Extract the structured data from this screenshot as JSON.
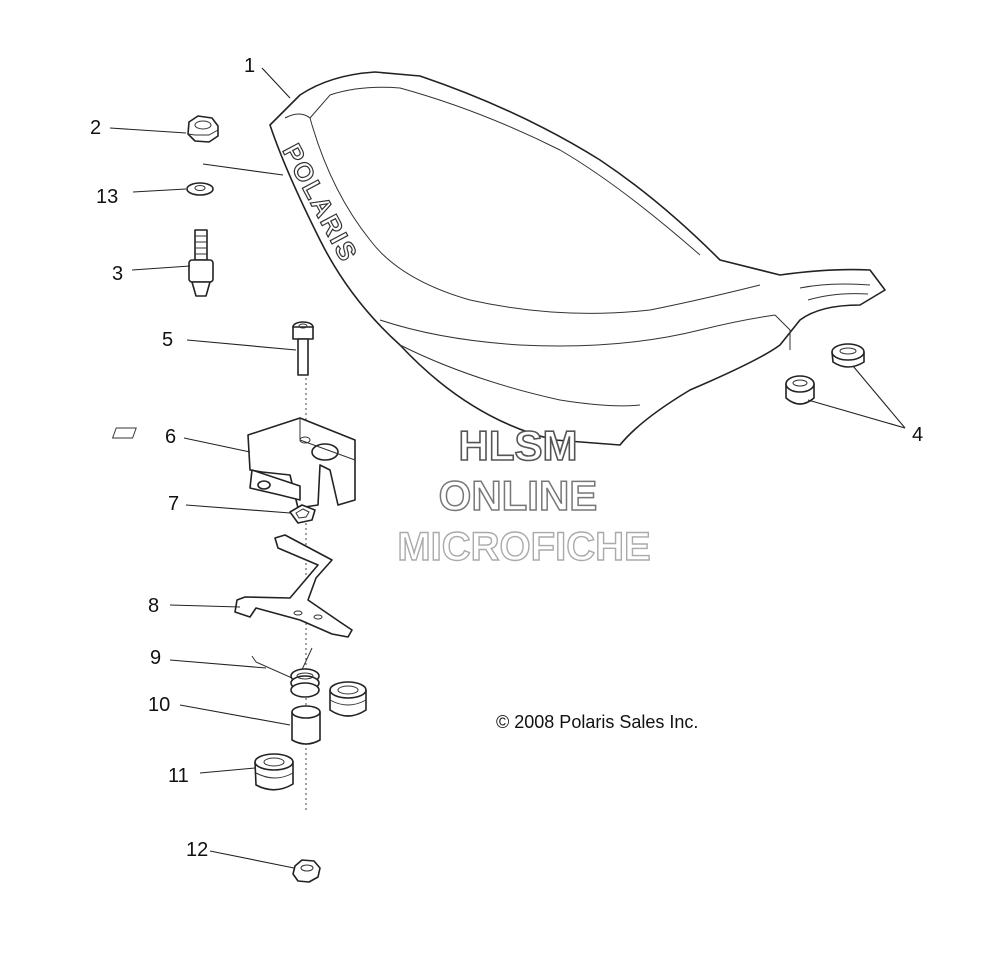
{
  "callouts": [
    {
      "id": "1",
      "label": "1"
    },
    {
      "id": "2",
      "label": "2"
    },
    {
      "id": "13",
      "label": "13"
    },
    {
      "id": "3",
      "label": "3"
    },
    {
      "id": "5",
      "label": "5"
    },
    {
      "id": "6",
      "label": "6"
    },
    {
      "id": "7",
      "label": "7"
    },
    {
      "id": "8",
      "label": "8"
    },
    {
      "id": "9",
      "label": "9"
    },
    {
      "id": "10",
      "label": "10"
    },
    {
      "id": "11",
      "label": "11"
    },
    {
      "id": "12",
      "label": "12"
    },
    {
      "id": "4",
      "label": "4"
    }
  ],
  "seat_brand": "POLARIS",
  "watermark": {
    "line1": "HLSM",
    "line2": "ONLINE",
    "line3": "MICROFICHE"
  },
  "copyright": "© 2008 Polaris Sales Inc."
}
